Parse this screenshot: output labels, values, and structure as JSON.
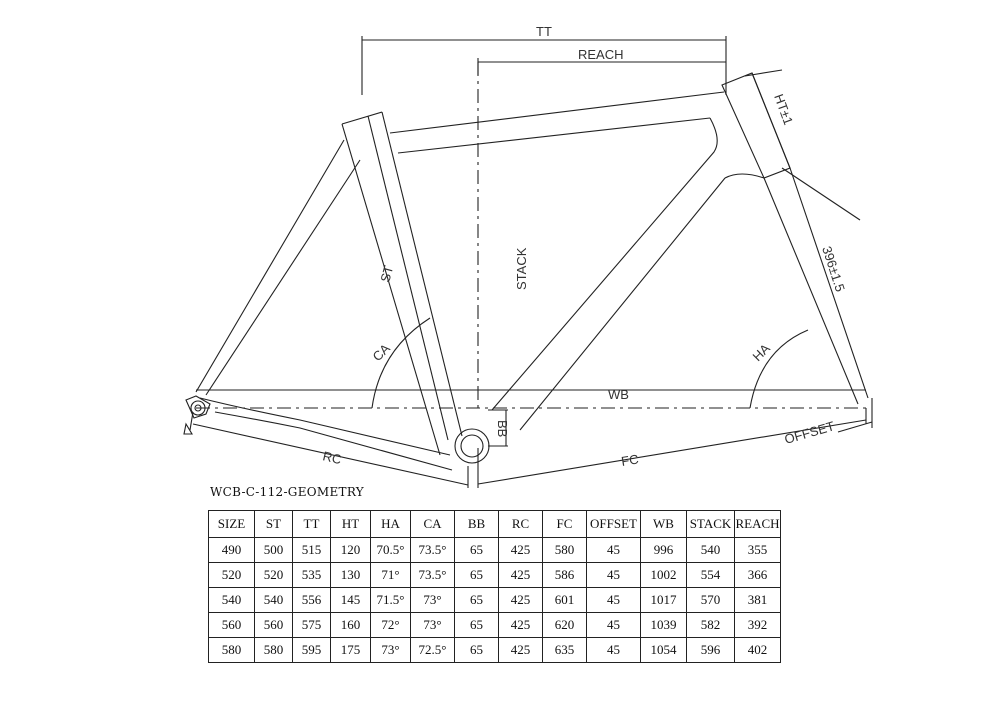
{
  "drawing_labels": {
    "tt": "TT",
    "reach": "REACH",
    "ht": "HT±1",
    "stack": "STACK",
    "fork": "396±1.5",
    "st": "ST",
    "ca": "CA",
    "ha": "HA",
    "wb": "WB",
    "bb": "BB",
    "offset": "OFFSET",
    "rc": "RC",
    "fc": "FC"
  },
  "table": {
    "title": "WCB-C-112-GEOMETRY",
    "headers": [
      "SIZE",
      "ST",
      "TT",
      "HT",
      "HA",
      "CA",
      "BB",
      "RC",
      "FC",
      "OFFSET",
      "WB",
      "STACK",
      "REACH"
    ],
    "rows": [
      [
        "490",
        "500",
        "515",
        "120",
        "70.5°",
        "73.5°",
        "65",
        "425",
        "580",
        "45",
        "996",
        "540",
        "355"
      ],
      [
        "520",
        "520",
        "535",
        "130",
        "71°",
        "73.5°",
        "65",
        "425",
        "586",
        "45",
        "1002",
        "554",
        "366"
      ],
      [
        "540",
        "540",
        "556",
        "145",
        "71.5°",
        "73°",
        "65",
        "425",
        "601",
        "45",
        "1017",
        "570",
        "381"
      ],
      [
        "560",
        "560",
        "575",
        "160",
        "72°",
        "73°",
        "65",
        "425",
        "620",
        "45",
        "1039",
        "582",
        "392"
      ],
      [
        "580",
        "580",
        "595",
        "175",
        "73°",
        "72.5°",
        "65",
        "425",
        "635",
        "45",
        "1054",
        "596",
        "402"
      ]
    ]
  }
}
